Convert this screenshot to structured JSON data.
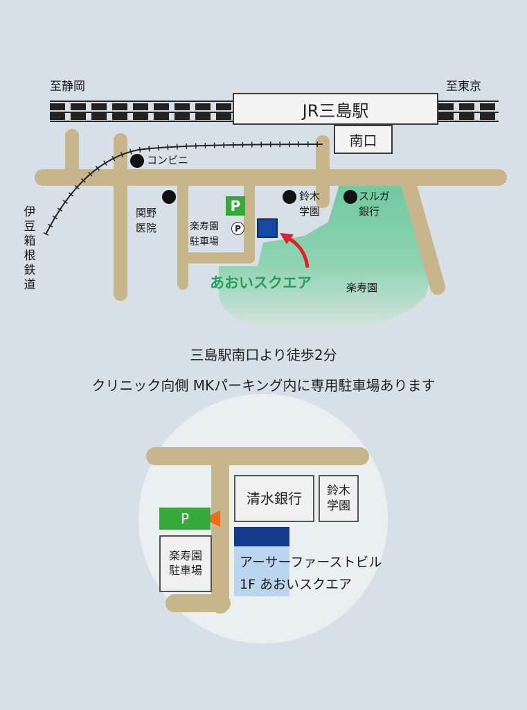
{
  "area_map": {
    "station_name": "JR三島駅",
    "south_exit": "南口",
    "to_left": "至静岡",
    "to_right": "至東京",
    "railway_vertical": "伊豆箱根鉄道",
    "conbini": "コンビニ",
    "sekino_line1": "関野",
    "sekino_line2": "医院",
    "parking_symbol": "P",
    "parking_circle_symbol": "P",
    "rakujuen_parking_line1": "楽寿園",
    "rakujuen_parking_line2": "駐車場",
    "suzuki_line1": "鈴木",
    "suzuki_line2": "学園",
    "suruga_line1": "スルガ",
    "suruga_line2": "銀行",
    "destination": "あおいスクエア",
    "park": "楽寿園"
  },
  "directions": {
    "line1": "三島駅南口より徒歩2分",
    "line2": "クリニック向側 MKパーキング内に専用駐車場あります"
  },
  "detail_map": {
    "parking_symbol": "P",
    "rakujuen_parking_line1": "楽寿園",
    "rakujuen_parking_line2": "駐車場",
    "shimizu_bank": "清水銀行",
    "suzuki_line1": "鈴木",
    "suzuki_line2": "学園",
    "building_line1": "アーサーファーストビル",
    "building_line2": "1F あおいスクエア"
  },
  "colors": {
    "background": "#d6e0e6",
    "road": "#c8b58c",
    "park_green": "#6fc9a0",
    "parking_green": "#39a83c",
    "destination_blue": "#1848a6",
    "arrow_red": "#e0202a",
    "arrow_orange": "#f26a1b",
    "destination_text": "#23a05a"
  }
}
